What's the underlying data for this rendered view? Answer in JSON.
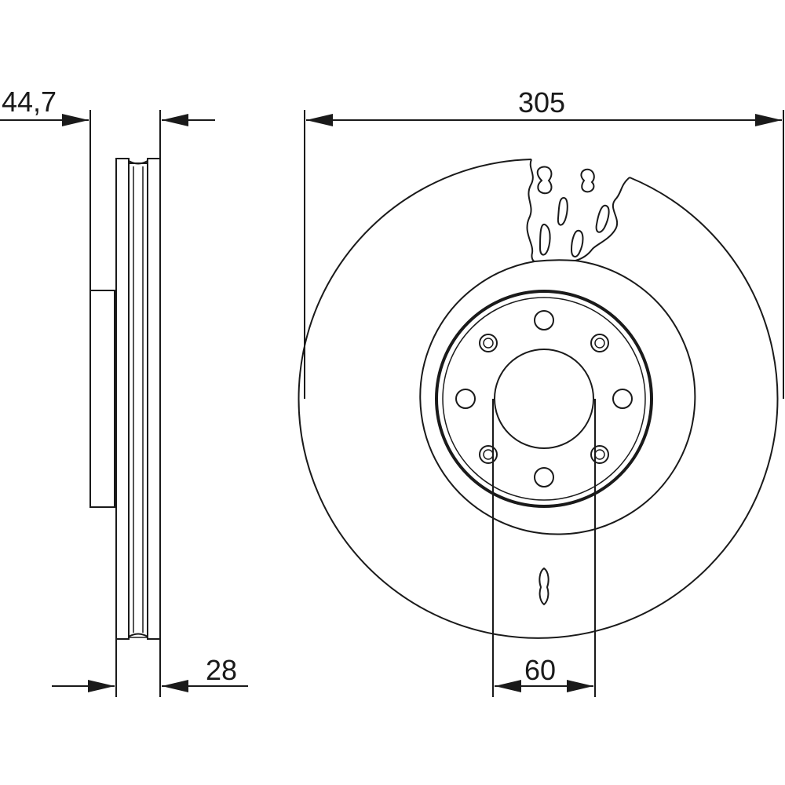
{
  "dimensions": {
    "offset_label": "44,7",
    "thickness_label": "28",
    "diameter_label": "305",
    "center_bore_label": "60"
  },
  "colors": {
    "line": "#1a1a1a",
    "background": "#ffffff"
  }
}
